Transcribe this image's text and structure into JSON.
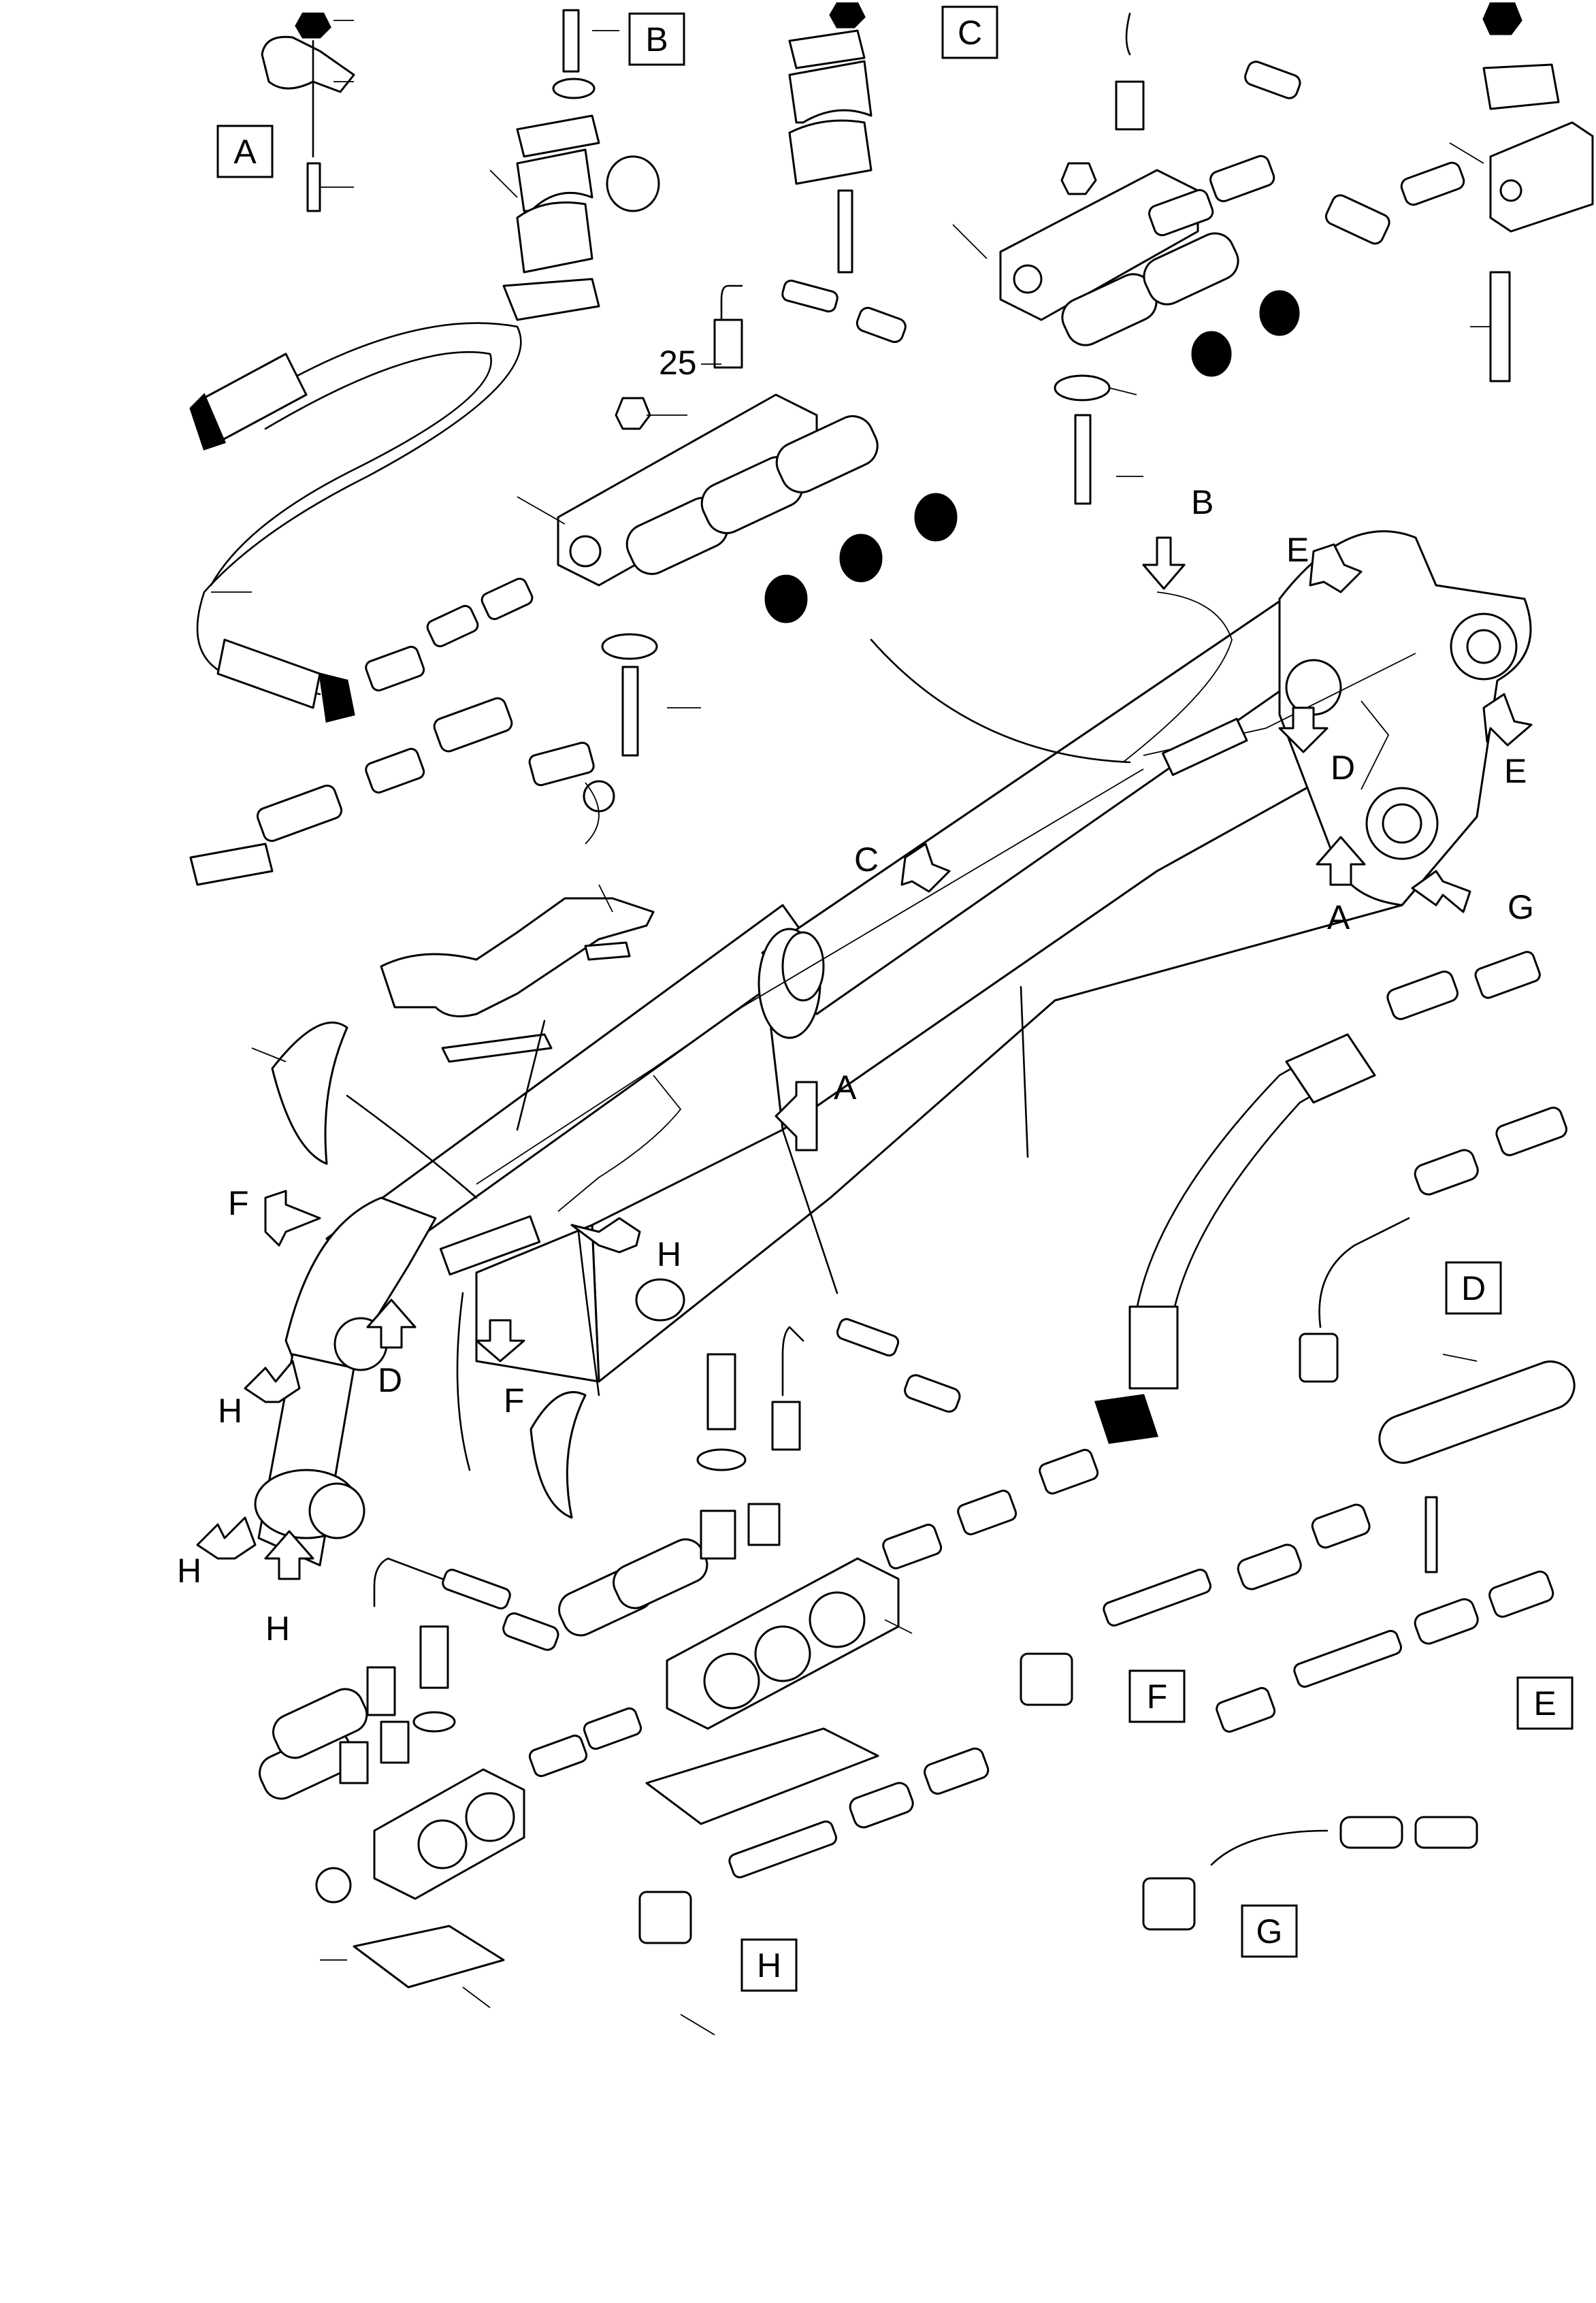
{
  "figure": {
    "callout_number": "25",
    "view_boxes": [
      {
        "id": "A",
        "text": "A"
      },
      {
        "id": "B",
        "text": "B"
      },
      {
        "id": "C",
        "text": "C"
      },
      {
        "id": "D",
        "text": "D"
      },
      {
        "id": "E",
        "text": "E"
      },
      {
        "id": "F",
        "text": "F"
      },
      {
        "id": "G",
        "text": "G"
      },
      {
        "id": "H",
        "text": "H"
      }
    ],
    "location_labels": {
      "B": "B",
      "E_top": "E",
      "E_right": "E",
      "D_upper": "D",
      "A_upper": "A",
      "G": "G",
      "C": "C",
      "A_mid": "A",
      "F_left": "F",
      "H_mid": "H",
      "H_left": "H",
      "D_lower": "D",
      "F_lower": "F",
      "H_bottom1": "H",
      "H_bottom2": "H"
    }
  }
}
